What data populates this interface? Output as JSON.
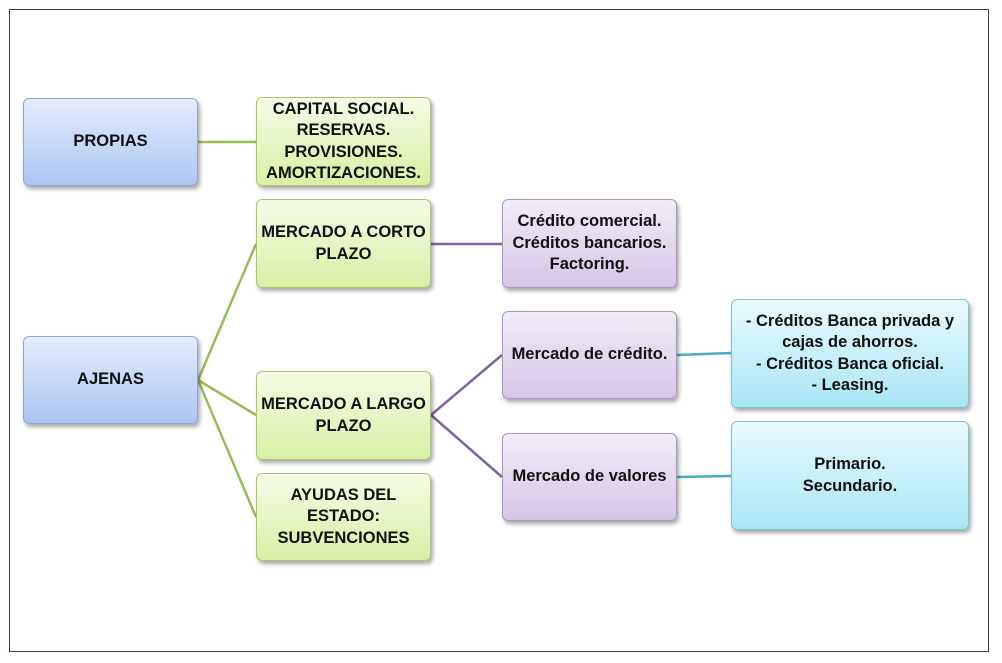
{
  "nodes": {
    "propias": "PROPIAS",
    "propias_items": "CAPITAL SOCIAL.\nRESERVAS.\nPROVISIONES.\nAMORTIZACIONES.",
    "ajenas": "AJENAS",
    "corto_plazo": "MERCADO A CORTO\nPLAZO",
    "corto_plazo_items": "Crédito comercial.\nCréditos bancarios.\nFactoring.",
    "largo_plazo": "MERCADO A LARGO\nPLAZO",
    "ayudas": "AYUDAS DEL\nESTADO:\nSUBVENCIONES",
    "mercado_credito": "Mercado de crédito.",
    "mercado_credito_items": "- Créditos Banca privada y\ncajas de ahorros.\n- Créditos Banca oficial.\n- Leasing.",
    "mercado_valores": "Mercado de valores",
    "mercado_valores_items": "Primario.\nSecundario."
  },
  "colors": {
    "level1": "#aec5f2",
    "level2": "#d8f0a4",
    "level3": "#d6c6e6",
    "level4": "#a8e6f5",
    "connector_green": "#9bbb59",
    "connector_purple": "#8064a2",
    "connector_cyan": "#4bacc6"
  }
}
